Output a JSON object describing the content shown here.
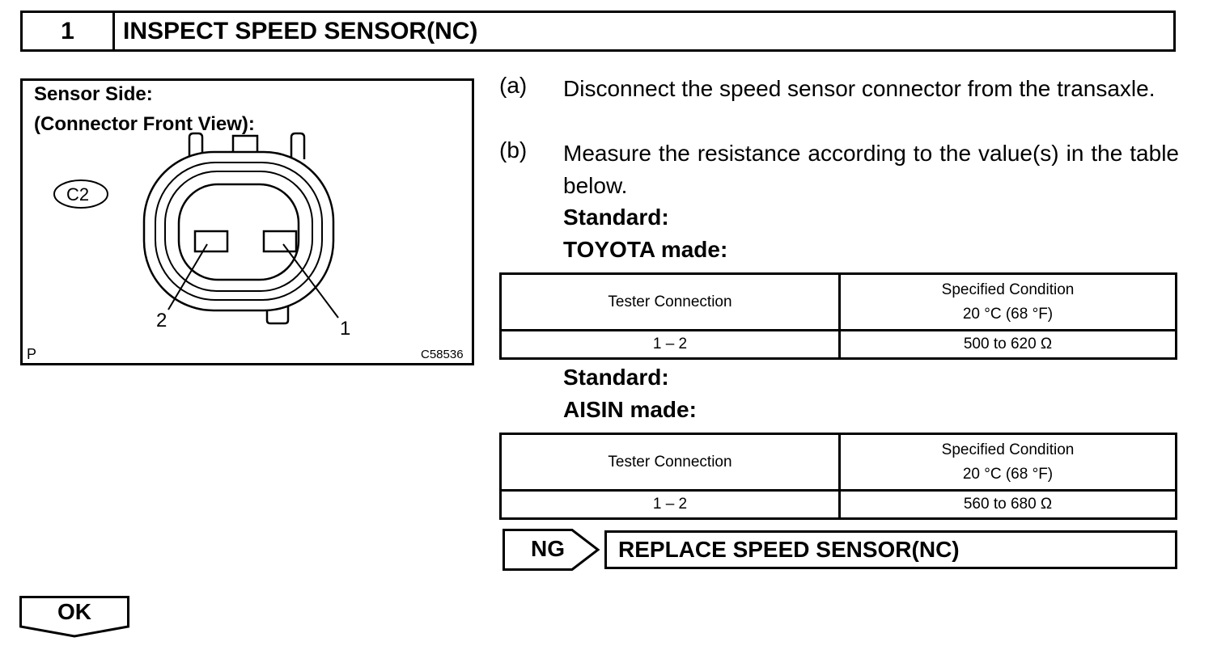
{
  "step": {
    "number": "1",
    "title": "INSPECT SPEED SENSOR(NC)"
  },
  "figure": {
    "label_line1": "Sensor Side:",
    "label_line2": "(Connector Front View):",
    "connector_code": "C2",
    "pin_2": "2",
    "pin_1": "1",
    "corner_mark": "P",
    "figure_id": "C58536"
  },
  "instructions": [
    {
      "letter": "(a)",
      "text": "Disconnect the speed sensor connector from the transaxle."
    },
    {
      "letter": "(b)",
      "text": "Measure the resistance according to the value(s) in the table below."
    }
  ],
  "toyota": {
    "standard_label": "Standard:",
    "maker_label": "TOYOTA made:",
    "table": {
      "headers": [
        "Tester Connection",
        "Specified Condition"
      ],
      "header_sub": "20 °C (68 °F)",
      "row": [
        "1 – 2",
        "500 to 620 Ω"
      ]
    }
  },
  "aisin": {
    "standard_label": "Standard:",
    "maker_label": "AISIN made:",
    "table": {
      "headers": [
        "Tester Connection",
        "Specified Condition"
      ],
      "header_sub": "20 °C (68 °F)",
      "row": [
        "1 – 2",
        "560 to 680 Ω"
      ]
    }
  },
  "ng": {
    "label": "NG",
    "result": "REPLACE SPEED SENSOR(NC)"
  },
  "ok": {
    "label": "OK"
  }
}
